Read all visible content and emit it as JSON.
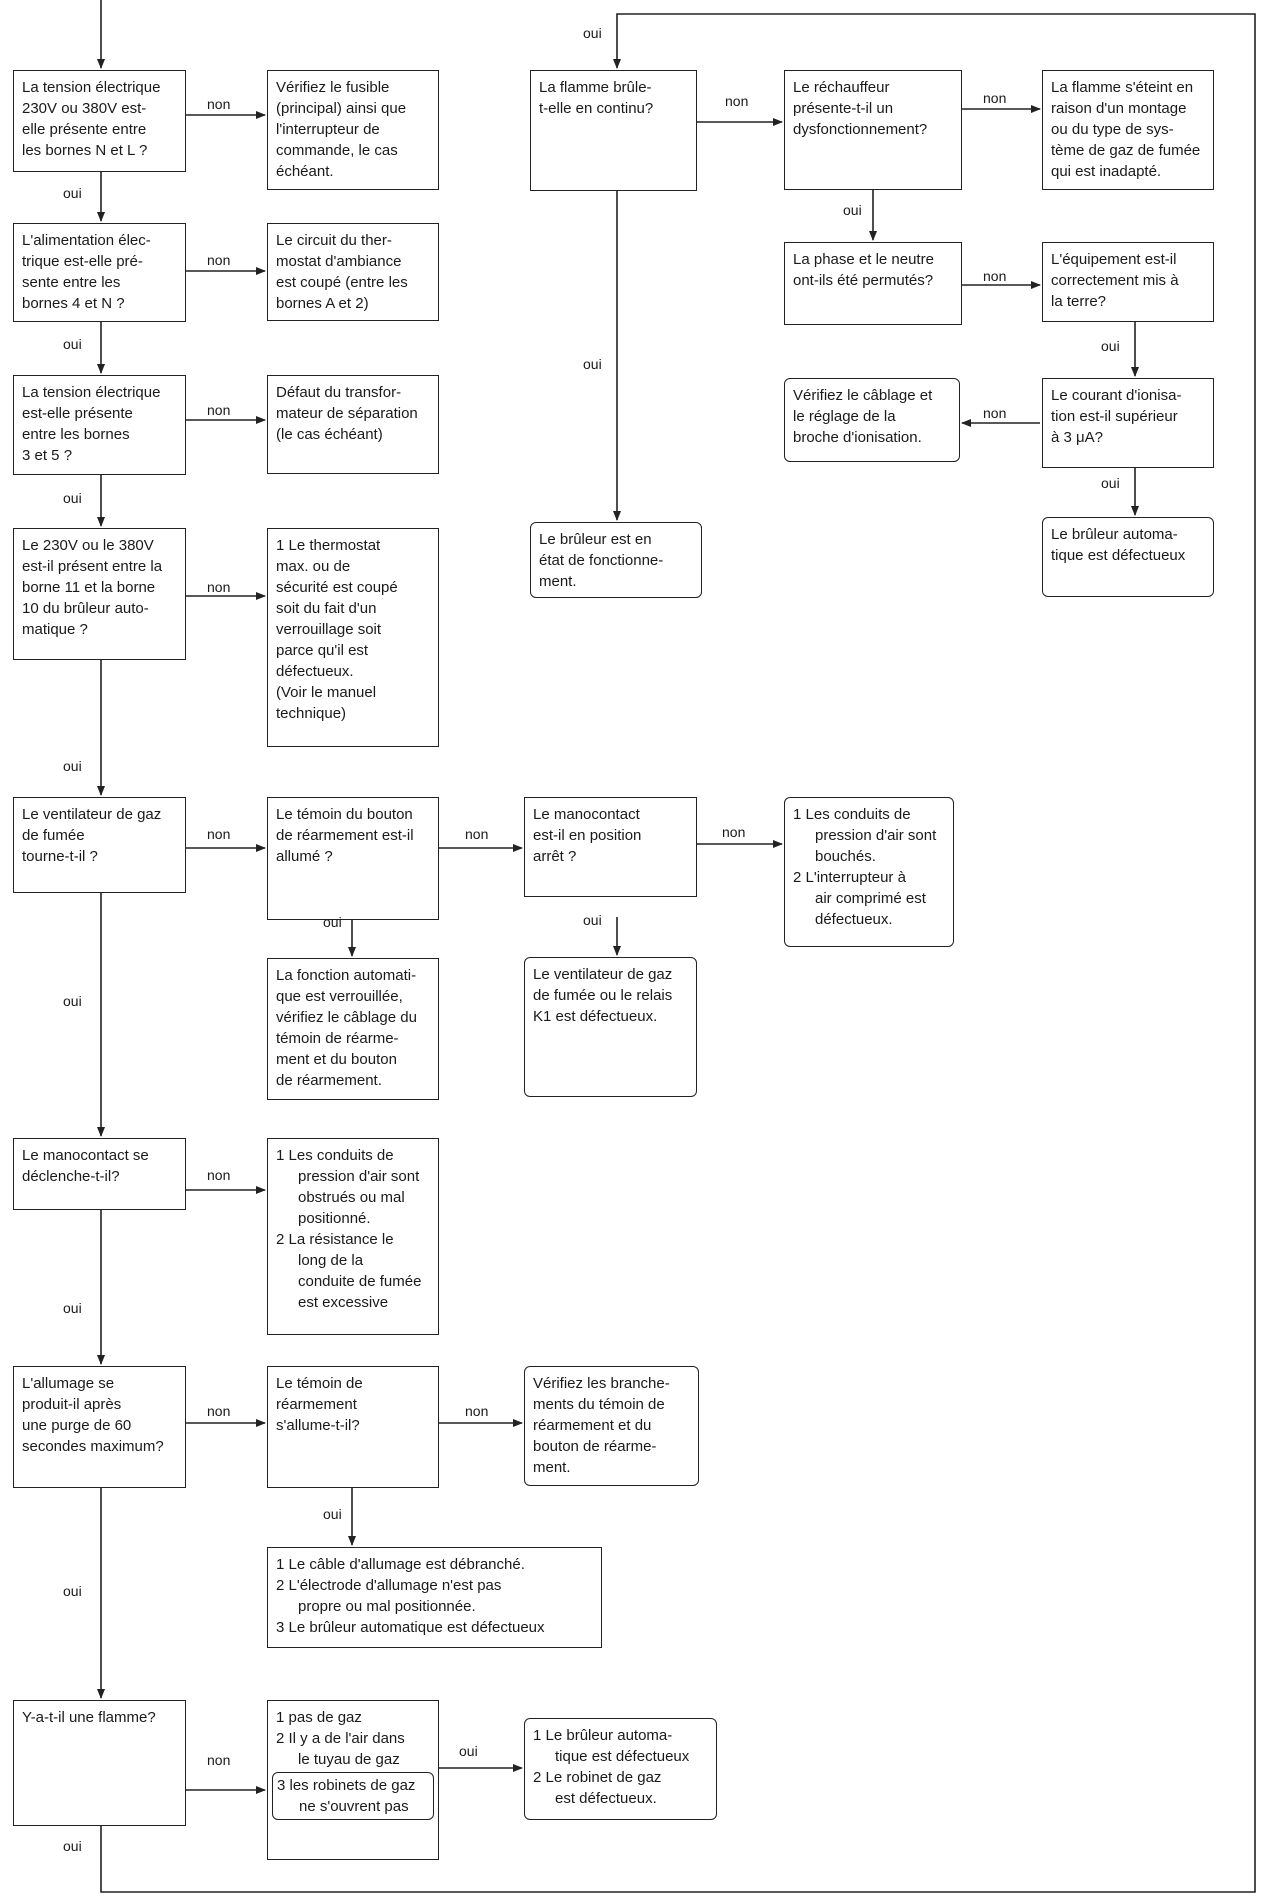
{
  "labels": {
    "yes": "oui",
    "no": "non"
  },
  "boxes": {
    "q1": "La tension électrique\n230V ou 380V est-\nelle présente entre\nles bornes N et L ?",
    "a1": "Vérifiez le fusible\n(principal) ainsi que\nl'interrupteur de\ncommande, le cas\néchéant.",
    "q2": "L'alimentation élec-\ntrique est-elle pré-\nsente entre les\nbornes 4 et N ?",
    "a2": "Le circuit du ther-\nmostat d'ambiance\nest coupé (entre les\nbornes A et 2)",
    "q3": "La tension électrique\nest-elle présente\nentre les bornes\n3 et 5 ?",
    "a3": "Défaut du transfor-\nmateur de séparation\n(le cas échéant)",
    "q4": "Le 230V ou le 380V\nest-il présent entre la\nborne 11 et la borne\n10 du brûleur auto-\nmatique ?",
    "a4": "1  Le thermostat\n    max. ou de\n    sécurité est coupé\n    soit du fait d'un\n    verrouillage soit\n    parce qu'il est\n    défectueux.\n    (Voir le manuel\n    technique)",
    "q5": "Le ventilateur de gaz\nde fumée\ntourne-t-il ?",
    "q5b": "Le témoin du bouton\nde réarmement est-il\nallumé ?",
    "q5c": "Le manocontact\nest-il en position\narrêt ?",
    "a5c_items": [
      "1  Les conduits de\n    pression d'air sont\n    bouchés.",
      "2  L'interrupteur à\n    air comprimé est\n    défectueux."
    ],
    "a5b": "La fonction automati-\nque est verrouillée,\nvérifiez le câblage du\ntémoin de réarme-\nment et du bouton\nde réarmement.",
    "a5d": "Le ventilateur de gaz\nde fumée ou le relais\nK1 est défectueux.",
    "q6": "Le manocontact se\ndéclenche-t-il?",
    "a6_items": [
      "1  Les conduits de\n    pression d'air sont\n    obstrués ou mal\n    positionné.",
      "2  La résistance le\n    long de la\n    conduite de fumée\n    est excessive"
    ],
    "q7": "L'allumage se\nproduit-il après\nune purge de 60\nsecondes maximum?",
    "q7b": "Le témoin de\nréarmement\ns'allume-t-il?",
    "a7c": "Vérifiez les branche-\nments du témoin de\nréarmement et du\nbouton de réarme-\nment.",
    "a7_items": [
      "1  Le câble d'allumage est débranché.",
      "2  L'électrode d'allumage n'est pas\n    propre ou mal positionnée.",
      "3  Le brûleur automatique est défectueux"
    ],
    "q8": "Y-a-t-il une flamme?",
    "a8_items": [
      "1  pas de gaz",
      "2  Il y a de l'air dans\n    le tuyau de gaz",
      "3  les robinets de\ngaz ne s'ouvrent\npas"
    ],
    "a8b_items": [
      "1  Le brûleur automa-\n    tique est défectueux",
      "2  Le robinet de gaz\n    est défectueux."
    ],
    "r1": "La flamme brûle-\nt-elle en continu?",
    "r_ok": "Le brûleur est en\nétat de fonctionne-\nment.",
    "r2": "Le réchauffeur\nprésente-t-il un\ndysfonctionnement?",
    "r2a": "La flamme s'éteint en\nraison d'un montage\nou du type de sys-\ntème de gaz de fumée\nqui est inadapté.",
    "r3": "La phase et le neutre\nont-ils été permutés?",
    "r3a": "L'équipement est-il\ncorrectement mis à\nla terre?",
    "r4": "Le courant d'ionisa-\ntion est-il supérieur\nà 3 μA?",
    "r4a": "Vérifiez le câblage et\nle réglage de la\nbroche d'ionisation.",
    "r5": "Le brûleur automa-\ntique est défectueux"
  }
}
